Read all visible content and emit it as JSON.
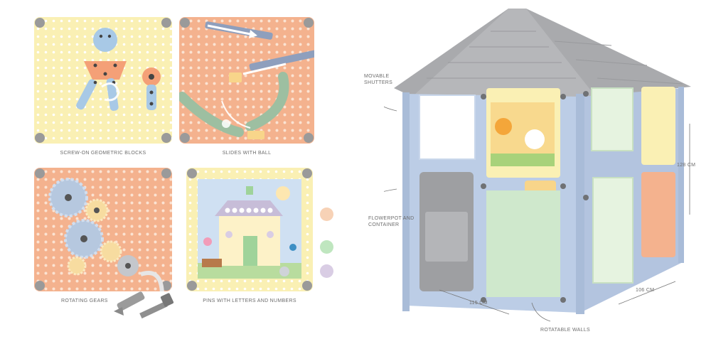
{
  "features": {
    "p1": "SCREW-ON GEOMETRIC BLOCKS",
    "p2": "SLIDES WITH BALL",
    "p3": "ROTATING GEARS",
    "p4": "PINS WITH LETTERS AND NUMBERS"
  },
  "house": {
    "shutters_line1": "MOVABLE",
    "shutters_line2": "SHUTTERS",
    "flower_line1": "FLOWERPOT AND",
    "flower_line2": "CONTAINER",
    "walls": "ROTATABLE WALLS",
    "width": "115 CM",
    "depth": "106 CM",
    "height": "128 CM"
  },
  "colors": {
    "yellow_board": "#faf0b4",
    "orange_board": "#f4b28e",
    "blue_frame": "#bccde6",
    "roof": "#a9aaad",
    "green_wall": "#cfe8cc",
    "pin_orange": "#f7d2b6",
    "pin_green": "#bfe6bf",
    "pin_purple": "#d9cde4"
  }
}
